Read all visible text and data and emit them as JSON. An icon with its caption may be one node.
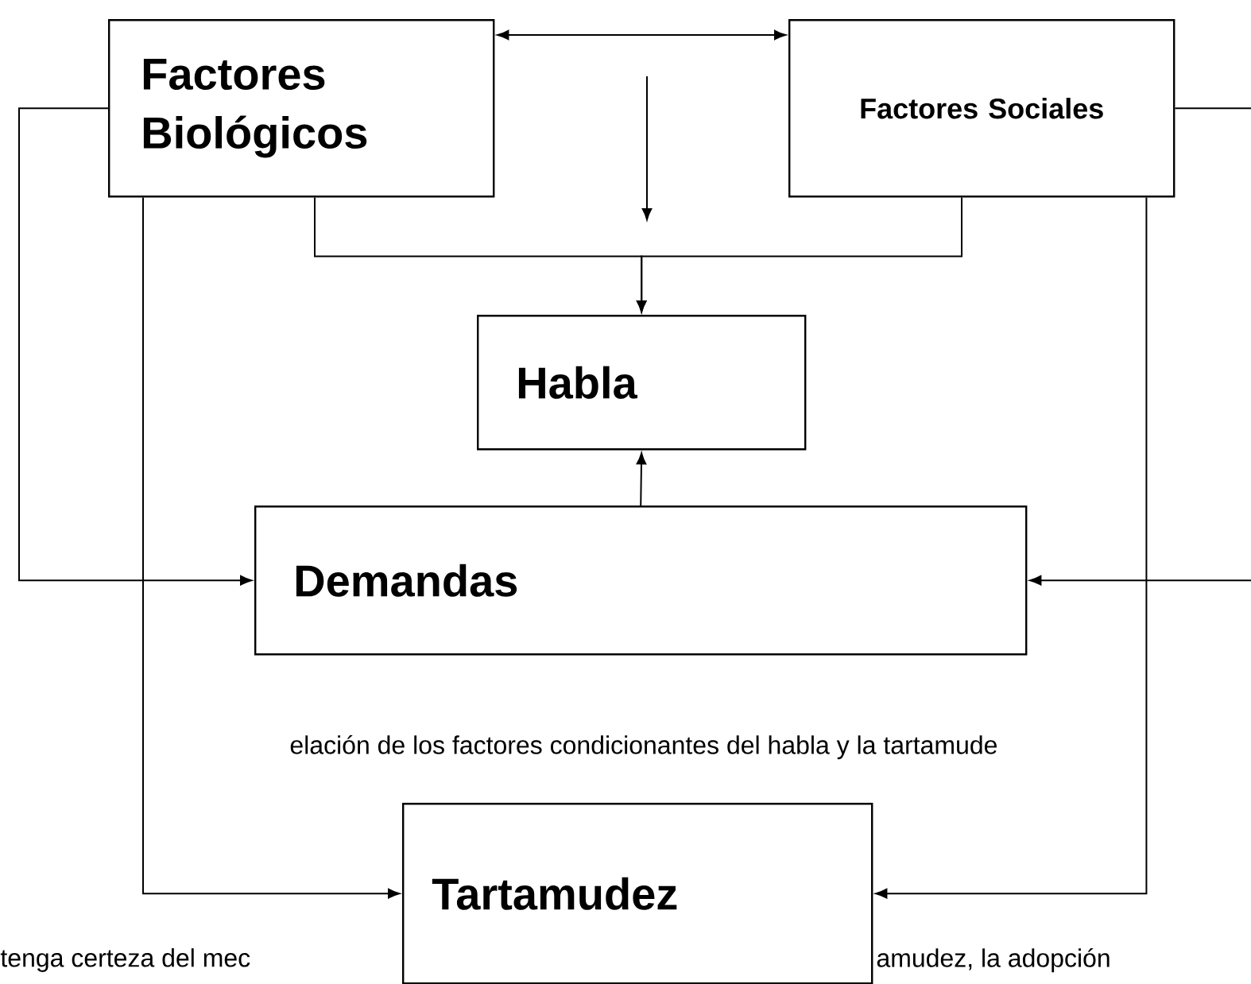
{
  "diagram": {
    "nodes": [
      {
        "text": [
          "Factores Biológicos"
        ]
      },
      {
        "text": [
          "Factores Sociales"
        ]
      },
      {
        "text": [
          "Habla"
        ]
      },
      {
        "text": [
          "Demandas"
        ]
      },
      {
        "text": [
          "Tartamudez"
        ]
      }
    ],
    "edges": [
      {
        "from": 0,
        "to": 1,
        "arrow": "both"
      },
      {
        "from": 0,
        "to": 2,
        "arrow": "to"
      },
      {
        "from": 1,
        "to": 2,
        "arrow": "to"
      },
      {
        "from": 3,
        "to": 2,
        "arrow": "to"
      },
      {
        "from": 0,
        "to": 3,
        "arrow": "to"
      },
      {
        "from": 1,
        "to": 3,
        "arrow": "to"
      },
      {
        "from": 0,
        "to": 4,
        "arrow": "to"
      },
      {
        "from": 1,
        "to": 4,
        "arrow": "to"
      }
    ],
    "labels": [
      "elación de los factores condicionantes del habla y la tartamude",
      "tenga certeza del mec",
      "amudez, la adopción"
    ]
  }
}
